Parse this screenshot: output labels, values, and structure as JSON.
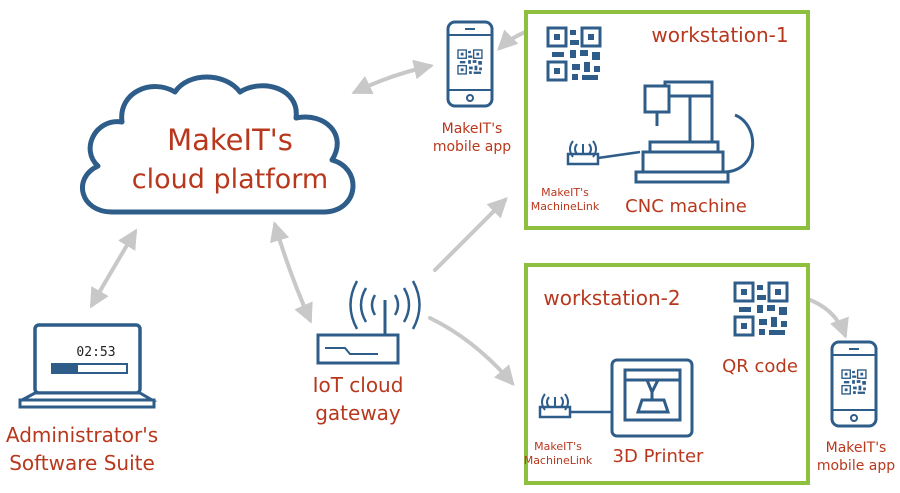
{
  "cloud": {
    "line1": "MakeIT's",
    "line2": "cloud platform"
  },
  "laptop": {
    "timer": "02:53",
    "label_line1": "Administrator's",
    "label_line2": "Software Suite"
  },
  "gateway": {
    "label_line1": "IoT cloud",
    "label_line2": "gateway"
  },
  "phone_top": {
    "label_line1": "MakeIT's",
    "label_line2": "mobile app"
  },
  "phone_right": {
    "label_line1": "MakeIT's",
    "label_line2": "mobile app"
  },
  "workstation1": {
    "title": "workstation-1",
    "machinelink_line1": "MakeIT's",
    "machinelink_line2": "MachineLink",
    "machine_label": "CNC machine"
  },
  "workstation2": {
    "title": "workstation-2",
    "machinelink_line1": "MakeIT's",
    "machinelink_line2": "MachineLink",
    "machine_label": "3D Printer",
    "qr_label": "QR code"
  },
  "colors": {
    "accent_red": "#b8381d",
    "accent_blue": "#2f5d8a",
    "box_green": "#8fbf3f",
    "arrow_gray": "#c8c8c8"
  }
}
